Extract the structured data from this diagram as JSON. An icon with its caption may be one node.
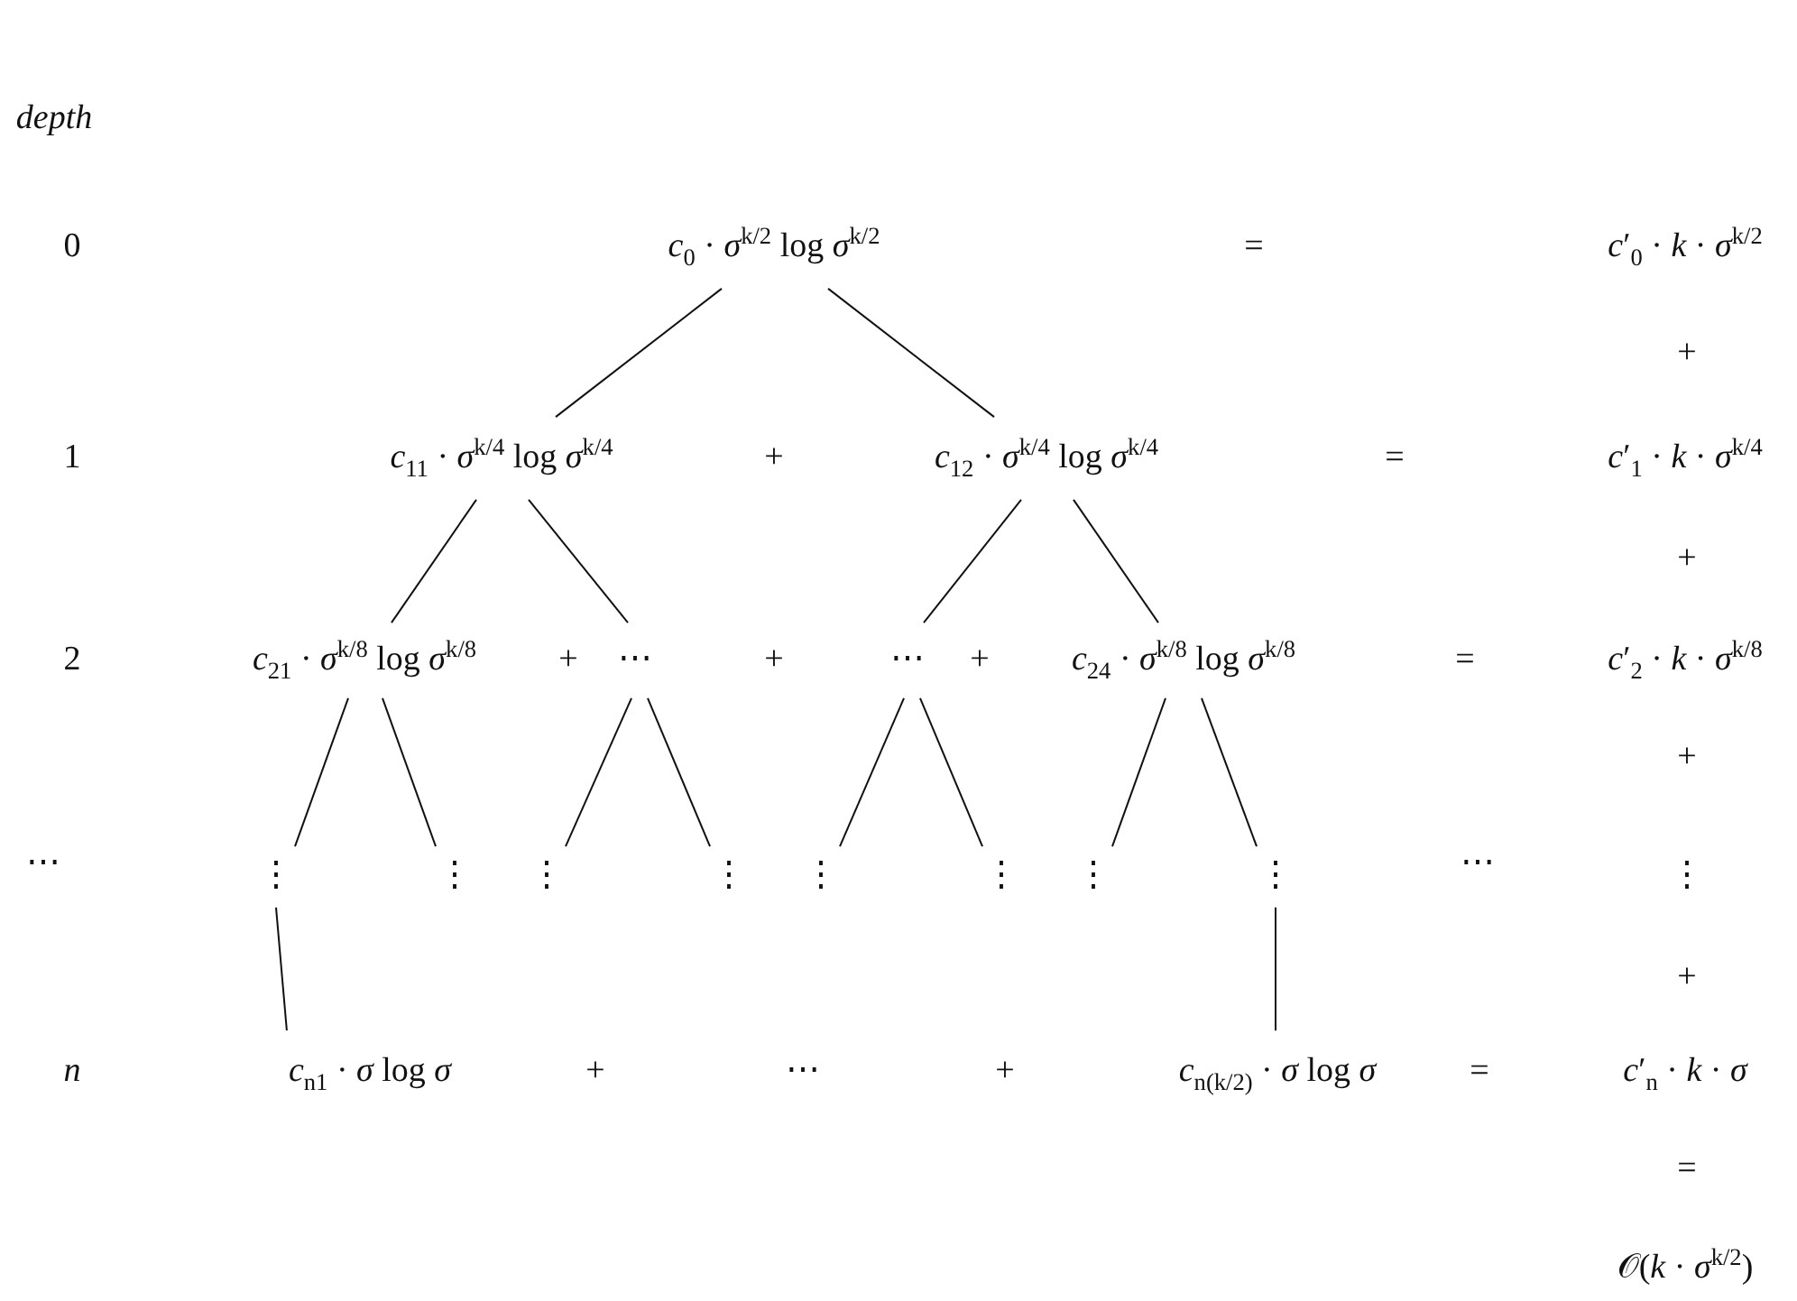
{
  "diagram": {
    "nodes": [
      {
        "text": [
          "*c*$_{0}$ · *σ*$^{k/2}$ log *σ*$^{k/2}$"
        ]
      },
      {
        "text": [
          "*c*$_{11}$ · *σ*$^{k/4}$ log *σ*$^{k/4}$"
        ]
      },
      {
        "text": [
          "*c*$_{12}$ · *σ*$^{k/4}$ log *σ*$^{k/4}$"
        ]
      },
      {
        "text": [
          "*c*$_{21}$ · *σ*$^{k/8}$ log *σ*$^{k/8}$"
        ]
      },
      {
        "text": [
          "⋯"
        ]
      },
      {
        "text": [
          "⋯"
        ]
      },
      {
        "text": [
          "*c*$_{24}$ · *σ*$^{k/8}$ log *σ*$^{k/8}$"
        ]
      },
      {
        "text": [
          "⋮"
        ]
      },
      {
        "text": [
          "⋮"
        ]
      },
      {
        "text": [
          "⋮"
        ]
      },
      {
        "text": [
          "⋮"
        ]
      },
      {
        "text": [
          "⋮"
        ]
      },
      {
        "text": [
          "⋮"
        ]
      },
      {
        "text": [
          "⋮"
        ]
      },
      {
        "text": [
          "⋮"
        ]
      },
      {
        "text": [
          "*c*$_{n1}$ · *σ* log *σ*"
        ]
      },
      {
        "text": [
          "*c*$_{n(k/2)}$ · *σ* log *σ*"
        ]
      }
    ],
    "edges": [
      {
        "from": 0,
        "to": 1,
        "arrow": "none"
      },
      {
        "from": 0,
        "to": 2,
        "arrow": "none"
      },
      {
        "from": 1,
        "to": 3,
        "arrow": "none"
      },
      {
        "from": 1,
        "to": 4,
        "arrow": "none"
      },
      {
        "from": 2,
        "to": 5,
        "arrow": "none"
      },
      {
        "from": 2,
        "to": 6,
        "arrow": "none"
      },
      {
        "from": 3,
        "to": 7,
        "arrow": "none"
      },
      {
        "from": 3,
        "to": 8,
        "arrow": "none"
      },
      {
        "from": 4,
        "to": 9,
        "arrow": "none"
      },
      {
        "from": 4,
        "to": 10,
        "arrow": "none"
      },
      {
        "from": 5,
        "to": 11,
        "arrow": "none"
      },
      {
        "from": 5,
        "to": 12,
        "arrow": "none"
      },
      {
        "from": 6,
        "to": 13,
        "arrow": "none"
      },
      {
        "from": 6,
        "to": 14,
        "arrow": "none"
      },
      {
        "from": 7,
        "to": 15,
        "arrow": "none"
      },
      {
        "from": 14,
        "to": 16,
        "arrow": "none"
      }
    ],
    "labels": [
      "depth",
      "0",
      "=",
      "*c*′$_{0}$ · *k* · *σ*$^{k/2}$",
      "+",
      "1",
      "+",
      "=",
      "*c*′$_{1}$ · *k* · *σ*$^{k/4}$",
      "+",
      "2",
      "+",
      "+",
      "+",
      "=",
      "*c*′$_{2}$ · *k* · *σ*$^{k/8}$",
      "+",
      "⋯",
      "⋯",
      "⋮",
      "+",
      "*n*",
      "+",
      "⋯",
      "+",
      "=",
      "*c*′$_{n}$ · *k* · *σ*",
      "=",
      "𝒪(*k* · *σ*$^{k/2}$)"
    ]
  }
}
